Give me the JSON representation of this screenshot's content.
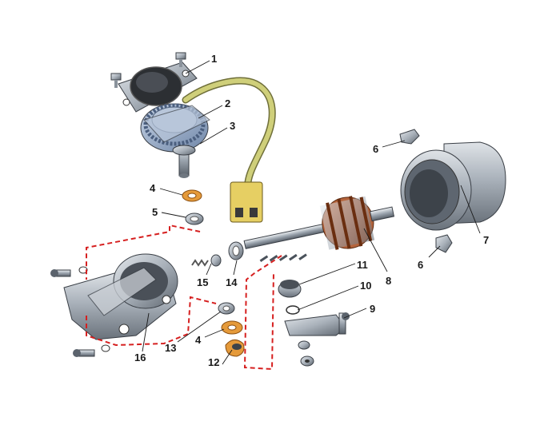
{
  "callouts": {
    "c1": "1",
    "c2": "2",
    "c3": "3",
    "c4a": "4",
    "c5": "5",
    "c6a": "6",
    "c6b": "6",
    "c7": "7",
    "c8": "8",
    "c9": "9",
    "c10": "10",
    "c11": "11",
    "c12": "12",
    "c13": "13",
    "c4b": "4",
    "c14": "14",
    "c15": "15",
    "c16": "16"
  },
  "colors": {
    "metal_light": "#c9ced4",
    "metal_mid": "#9aa3ad",
    "metal_dark": "#5b636d",
    "housing_blue": "#9fb3cf",
    "wire_yellow": "#cfcf7a",
    "connector_yellow": "#e6cf63",
    "washer_orange": "#e59a3a",
    "winding_copper": "#b5643c",
    "dashed_red": "#d62020"
  }
}
